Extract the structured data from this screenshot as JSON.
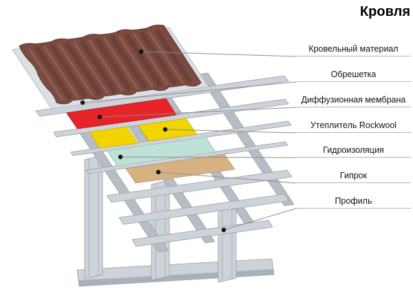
{
  "legend": {
    "title": "Кровля",
    "items": [
      {
        "label": "Кровельный материал"
      },
      {
        "label": "Обрешетка"
      },
      {
        "label": "Диффузионная мембрана"
      },
      {
        "label": "Утеплитель Rockwool"
      },
      {
        "label": "Гидроизоляция"
      },
      {
        "label": "Гипрок"
      },
      {
        "label": "Профиль"
      }
    ]
  },
  "colors": {
    "roofing": "#7b4b42",
    "roofing_dark": "#5d372f",
    "roofing_light": "#9a6354",
    "membrane_red": "#e62329",
    "insulation_yellow": "#f2d400",
    "waterproofing_teal": "#bfe0d7",
    "gyprock_tan": "#d8b183",
    "frame_gray": "#cdd3d9",
    "frame_gray_dark": "#b7bdc5",
    "frame_base_shadow": "#aab0b8",
    "lathing_gray": "#dce0e4",
    "leader_line": "#8c8c8c",
    "dot": "#111111"
  }
}
